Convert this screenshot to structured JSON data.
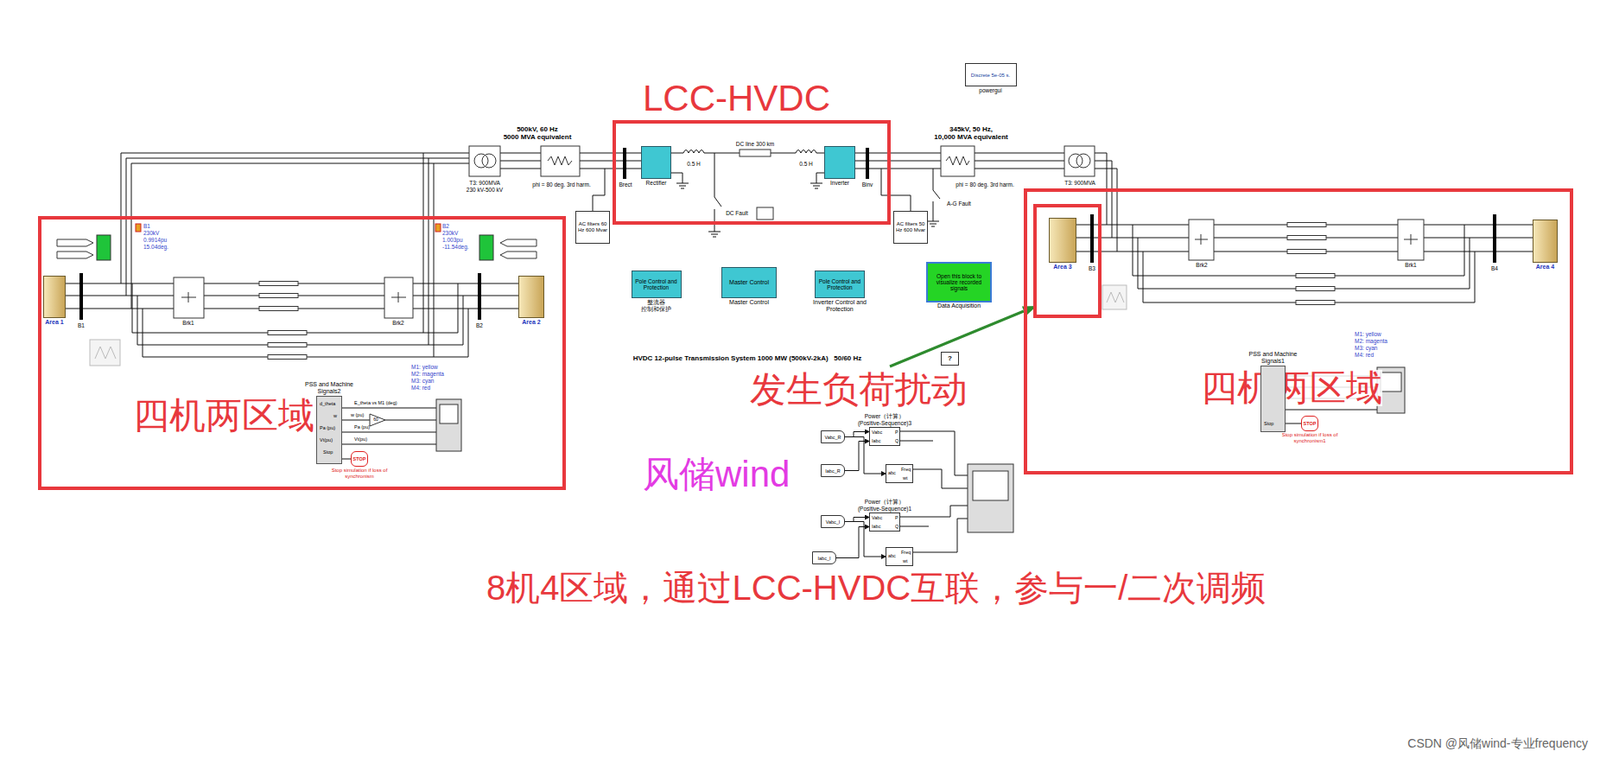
{
  "diagram": {
    "nodes": [
      {
        "text": [
          "LCC-HVDC"
        ]
      },
      {
        "text": [
          "Rectifier"
        ],
        "in": 0
      },
      {
        "text": [
          "Inverter"
        ],
        "in": 0
      },
      {
        "text": [
          "AC filters 60 Hz 600 Mvar"
        ]
      },
      {
        "text": [
          "AC filters 50 Hz 600 Mvar"
        ]
      },
      {
        "text": [
          "四机两区域"
        ]
      },
      {
        "text": [
          "Area 1"
        ],
        "in": 5
      },
      {
        "text": [
          "Area 2"
        ],
        "in": 5
      },
      {
        "text": [
          "PSS and Machine Signals2"
        ],
        "in": 5
      },
      {
        "text": [
          "STOP",
          "Stop simulation if loss of synchronism"
        ],
        "in": 5
      },
      {
        "text": [
          "四机两区域"
        ]
      },
      {
        "text": [
          "B3"
        ],
        "in": 10
      },
      {
        "text": [
          "Area 3"
        ],
        "in": 11
      },
      {
        "text": [
          "Area 4"
        ],
        "in": 10
      },
      {
        "text": [
          "PSS and Machine Signals1"
        ],
        "in": 10
      },
      {
        "text": [
          "STOP",
          "Stop simulation if loss of synchronism1"
        ],
        "in": 10
      },
      {
        "text": [
          "Pole Control and Protection",
          "整流器 控制和保护"
        ]
      },
      {
        "text": [
          "Master Control",
          "Master Control"
        ]
      },
      {
        "text": [
          "Pole Control and Protection",
          "Inverter Control and Protection"
        ]
      },
      {
        "text": [
          "Open this block to visualize recorded signals",
          "Data Acquisition"
        ]
      },
      {
        "text": [
          "Discrete 5e-05 s.",
          "powergui"
        ]
      },
      {
        "text": [
          "?"
        ]
      },
      {
        "text": [
          "Power（计算）(Positive-Sequence)3",
          "Vabc",
          "Iabc",
          "P",
          "Q"
        ]
      },
      {
        "text": [
          "abc",
          "Freq",
          "wt"
        ]
      },
      {
        "text": [
          "Vabc_R"
        ]
      },
      {
        "text": [
          "Iabc_R"
        ]
      },
      {
        "text": [
          "Power（计算）(Positive-Sequence)1",
          "Vabc",
          "Iabc",
          "P",
          "Q"
        ]
      },
      {
        "text": [
          "abc",
          "Freq",
          "wt"
        ]
      },
      {
        "text": [
          "Vabc_I"
        ]
      },
      {
        "text": [
          "Iabc_I"
        ]
      }
    ],
    "edges": [
      {
        "from": 24,
        "to": 22,
        "arrow": "to"
      },
      {
        "from": 25,
        "to": 22,
        "arrow": "to"
      },
      {
        "from": 24,
        "to": 23,
        "arrow": "to"
      },
      {
        "from": 28,
        "to": 26,
        "arrow": "to"
      },
      {
        "from": 29,
        "to": 26,
        "arrow": "to"
      },
      {
        "from": 28,
        "to": 27,
        "arrow": "to"
      }
    ],
    "labels": [
      "500kV, 60 Hz",
      "5000 MVA equivalent",
      "345kV, 50 Hz,",
      "10,000 MVA equivalent",
      "T3: 900MVA",
      "230 kV-500 kV",
      "phi = 80 deg. 3rd harm.",
      "phi = 80 deg. 3rd harm.",
      "T3: 900MVA",
      "Brect",
      "0.5 H",
      "DC line 300 km",
      "0.5 H",
      "Binv",
      "DC Fault",
      "A-G Fault",
      "B1",
      "230kV",
      "0.9914pu",
      "15.04deg.",
      "B2",
      "230kV",
      "1.003pu",
      "-11.54deg.",
      "B1",
      "Brk1",
      "Brk2",
      "B2",
      "M1: yellow",
      "M2: magenta",
      "M3: cyan",
      "M4: red",
      "d_theta",
      "w",
      "Pa (pu)",
      "Vt(pu)",
      "Stop",
      "E_theta vs M1 (deg)",
      "w (pu)",
      "60",
      "Pa (pu)",
      "Vt(pu)",
      "Brk2",
      "Brk1",
      "B4",
      "M1: yellow",
      "M2: magenta",
      "M3: cyan",
      "M4: red",
      "Stop",
      "HVDC 12-pulse Transmission System 1000 MW (500kV-2kA)   50/60 Hz",
      "风储wind",
      "发生负荷扰动",
      "8机4区域，通过LCC-HVDC互联，参与一/二次调频",
      "CSDN @风储wind-专业frequency"
    ]
  }
}
